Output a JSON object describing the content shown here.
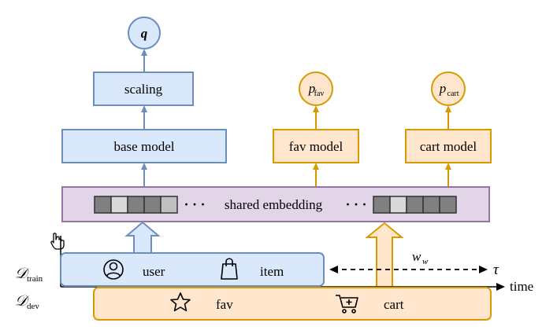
{
  "nodes": {
    "q": {
      "symbol": "q"
    },
    "scaling": {
      "label": "scaling"
    },
    "base_model": {
      "label": "base model"
    },
    "p_fav": {
      "symbol": "p",
      "subscript": "fav"
    },
    "fav_model": {
      "label": "fav model"
    },
    "p_cart": {
      "symbol": "p",
      "subscript": "cart"
    },
    "cart_model": {
      "label": "cart model"
    },
    "shared_embedding": {
      "label": "shared embedding",
      "dots": "· · ·"
    }
  },
  "datasets": {
    "train": {
      "symbol": "𝒟",
      "subscript": "train",
      "items": [
        "user",
        "item"
      ]
    },
    "dev": {
      "symbol": "𝒟",
      "subscript": "dev",
      "items": [
        "fav",
        "cart"
      ]
    }
  },
  "timeline": {
    "axis_label": "time",
    "window_label": "w",
    "window_sub": "w",
    "tau_label": "τ"
  },
  "colors": {
    "blue_fill": "#dae8fc",
    "blue_stroke": "#6c8ebf",
    "orange_fill": "#ffe6cc",
    "orange_stroke": "#d79b00",
    "purple_fill": "#e1d5e7",
    "purple_stroke": "#9673a6"
  },
  "icons": [
    "user-circle-icon",
    "shopping-bag-icon",
    "star-icon",
    "cart-add-icon",
    "pointing-hand-icon"
  ]
}
